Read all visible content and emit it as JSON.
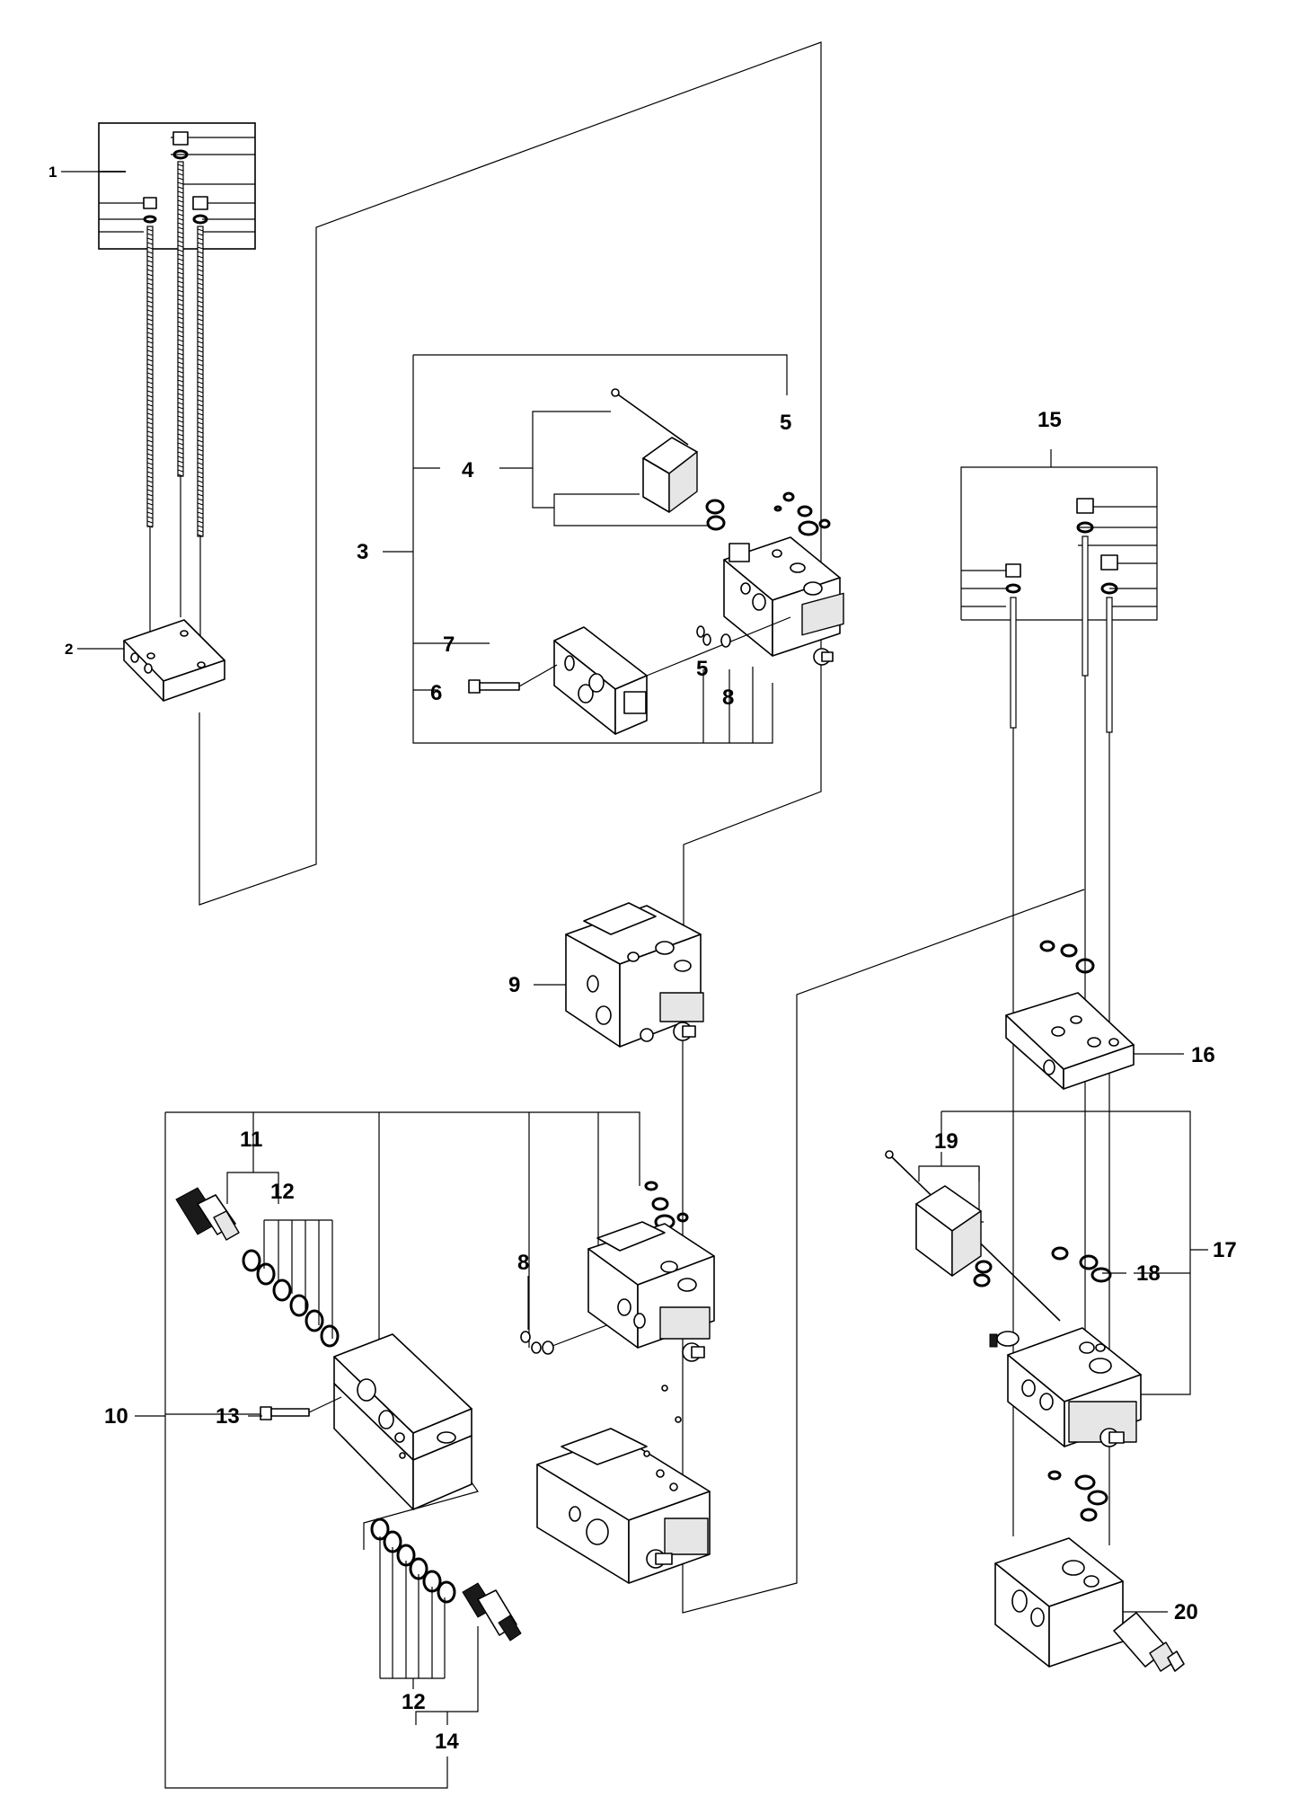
{
  "callouts": {
    "c1": "1",
    "c2": "2",
    "c3": "3",
    "c4": "4",
    "c5a": "5",
    "c5b": "5",
    "c6": "6",
    "c7": "7",
    "c8a": "8",
    "c8b": "8",
    "c9": "9",
    "c10": "10",
    "c11": "11",
    "c12a": "12",
    "c12b": "12",
    "c13": "13",
    "c14": "14",
    "c15": "15",
    "c16": "16",
    "c17": "17",
    "c18": "18",
    "c19": "19",
    "c20": "20"
  },
  "icons": {
    "tie-rod": "tie-rod-icon",
    "nut": "hex-nut-icon",
    "washer": "washer-icon",
    "valve-section": "valve-section-icon",
    "solenoid": "solenoid-coil-icon",
    "cartridge": "cartridge-valve-icon",
    "oring": "o-ring-icon",
    "end-plate": "end-plate-icon",
    "bolt": "bolt-icon"
  },
  "colors": {
    "line": "#000000",
    "background": "#ffffff"
  }
}
